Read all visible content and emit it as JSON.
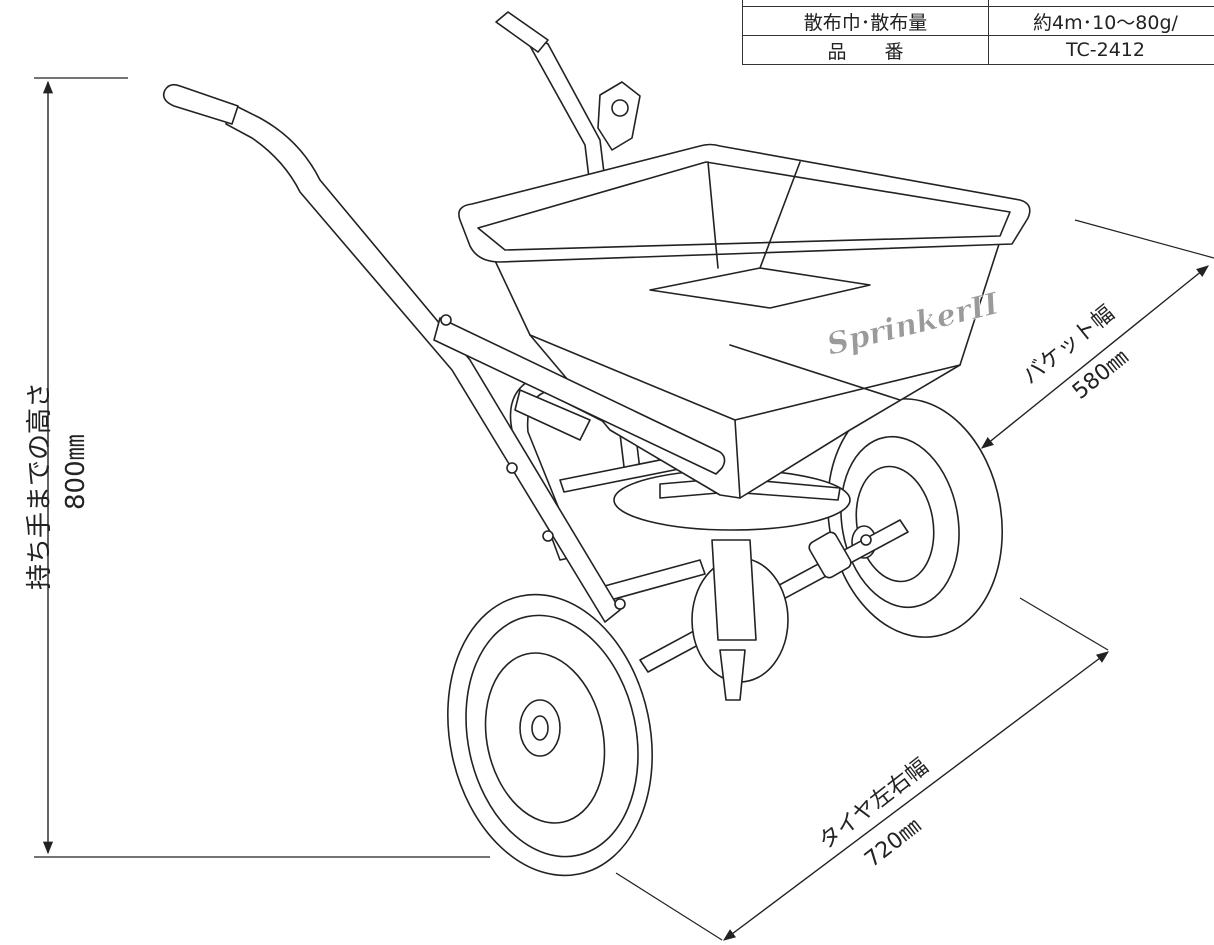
{
  "spec_table": {
    "rows": [
      {
        "label": "散布巾･散布量",
        "value": "約4m･10〜80g/"
      },
      {
        "label": "品　　番",
        "value": "TC-2412"
      }
    ]
  },
  "dimensions": {
    "height": {
      "label": "持ち手までの高さ",
      "value": "800㎜"
    },
    "bucket_width": {
      "label": "バケット幅",
      "value": "580㎜"
    },
    "tire_width": {
      "label": "タイヤ左右幅",
      "value": "720㎜"
    }
  },
  "brand": {
    "logo": "SprinkerII"
  },
  "colors": {
    "line": "#222222",
    "logo": "#9a9a9a"
  }
}
